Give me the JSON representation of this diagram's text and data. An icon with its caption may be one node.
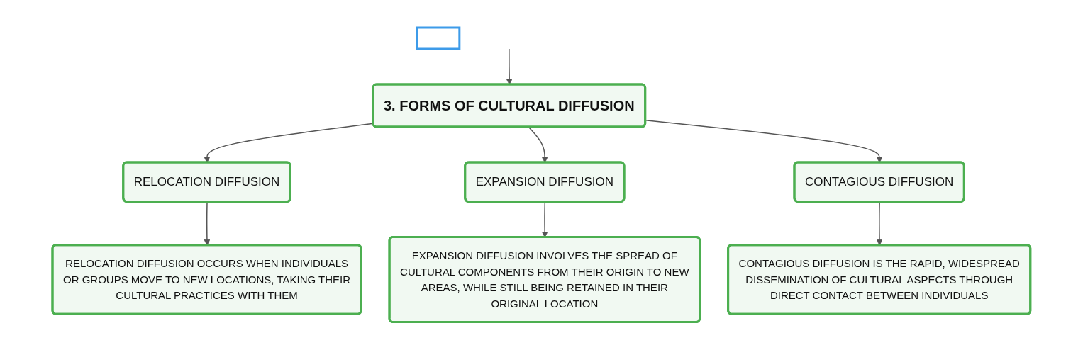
{
  "diagram": {
    "nodes": [
      {
        "text": [
          "3. FORMS OF CULTURAL DIFFUSION"
        ]
      },
      {
        "text": [
          "RELOCATION DIFFUSION"
        ]
      },
      {
        "text": [
          "EXPANSION DIFFUSION"
        ]
      },
      {
        "text": [
          "CONTAGIOUS DIFFUSION"
        ]
      },
      {
        "text": [
          "RELOCATION DIFFUSION OCCURS WHEN INDIVIDUALS OR GROUPS MOVE TO NEW LOCATIONS, TAKING THEIR CULTURAL PRACTICES WITH THEM"
        ]
      },
      {
        "text": [
          "EXPANSION DIFFUSION INVOLVES THE SPREAD OF CULTURAL COMPONENTS FROM THEIR ORIGIN TO NEW AREAS, WHILE STILL BEING RETAINED IN THEIR ORIGINAL LOCATION"
        ]
      },
      {
        "text": [
          "CONTAGIOUS DIFFUSION IS THE RAPID, WIDESPREAD DISSEMINATION OF CULTURAL ASPECTS THROUGH DIRECT CONTACT BETWEEN INDIVIDUALS"
        ]
      },
      {
        "text": [],
        "shape": "box"
      }
    ],
    "edges": [
      {
        "from": null,
        "to": 0,
        "arrow": "to"
      },
      {
        "from": 0,
        "to": 1,
        "arrow": "to"
      },
      {
        "from": 0,
        "to": 2,
        "arrow": "to"
      },
      {
        "from": 0,
        "to": 3,
        "arrow": "to"
      },
      {
        "from": 1,
        "to": 4,
        "arrow": "to"
      },
      {
        "from": 2,
        "to": 5,
        "arrow": "to"
      },
      {
        "from": 3,
        "to": 6,
        "arrow": "to"
      }
    ]
  }
}
